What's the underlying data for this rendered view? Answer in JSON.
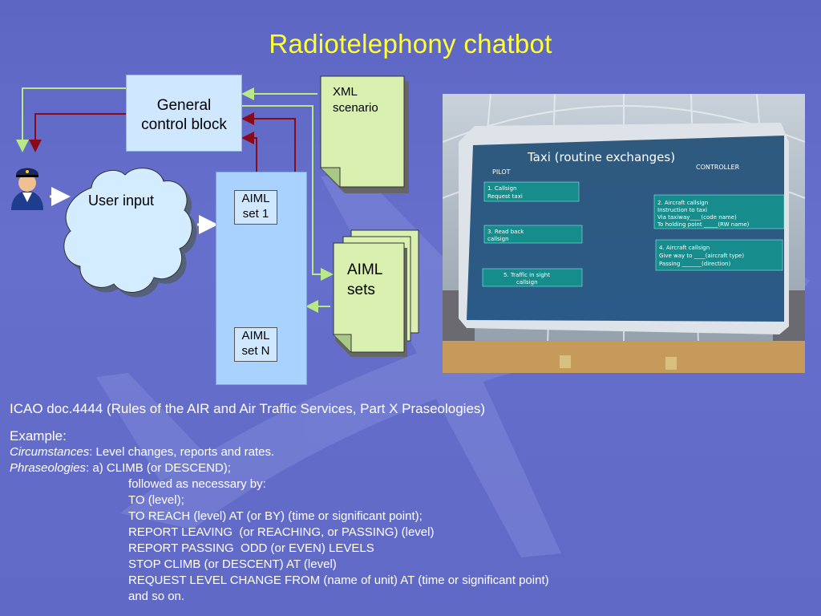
{
  "title": "Radiotelephony chatbot",
  "diagram": {
    "general_block": [
      "General",
      "control block"
    ],
    "user_input": "User input",
    "xml_scenario": [
      "XML",
      "scenario"
    ],
    "aiml_sets": [
      "AIML",
      "sets"
    ],
    "aiml_set_1": [
      "AIML",
      "set 1"
    ],
    "aiml_set_n": [
      "AIML",
      "set N"
    ]
  },
  "screen": {
    "heading": "Taxi (routine exchanges)",
    "pilot": "PILOT",
    "controller": "CONTROLLER",
    "p1": [
      "1.  Callsign",
      "Request taxi"
    ],
    "p3": [
      "3. Read back",
      "callsign"
    ],
    "p5": [
      "5. Traffic in sight",
      "callsign"
    ],
    "c2": [
      "2. Aircraft callsign",
      "Instruction to taxi",
      "Via taxiway____(code name)",
      "To holding point _____(RW name)"
    ],
    "c4": [
      "4. Aircraft callsign",
      "Give way to ____(aircraft type)",
      "Passing _______(direction)"
    ]
  },
  "text": {
    "doc": "ICAO doc.4444 (Rules of the AIR and Air Traffic Services, Part X Praseologies)",
    "example": "Example:",
    "circ_label": "Circumstances",
    "circ_text": ": Level changes, reports and rates.",
    "phr_label": "Phraseologies",
    "phr_text": ": a) CLIMB (or DESCEND);",
    "lines": [
      "followed as necessary by:",
      "TO (level);",
      "TO REACH (level) AT (or BY) (time or significant point);",
      "REPORT LEAVING  (or REACHING, or PASSING) (level)",
      "REPORT PASSING  ODD (or EVEN) LEVELS",
      "STOP CLIMB (or DESCENT) AT (level)",
      "REQUEST LEVEL CHANGE FROM (name of unit) AT (time or significant point)",
      "and so on."
    ]
  }
}
